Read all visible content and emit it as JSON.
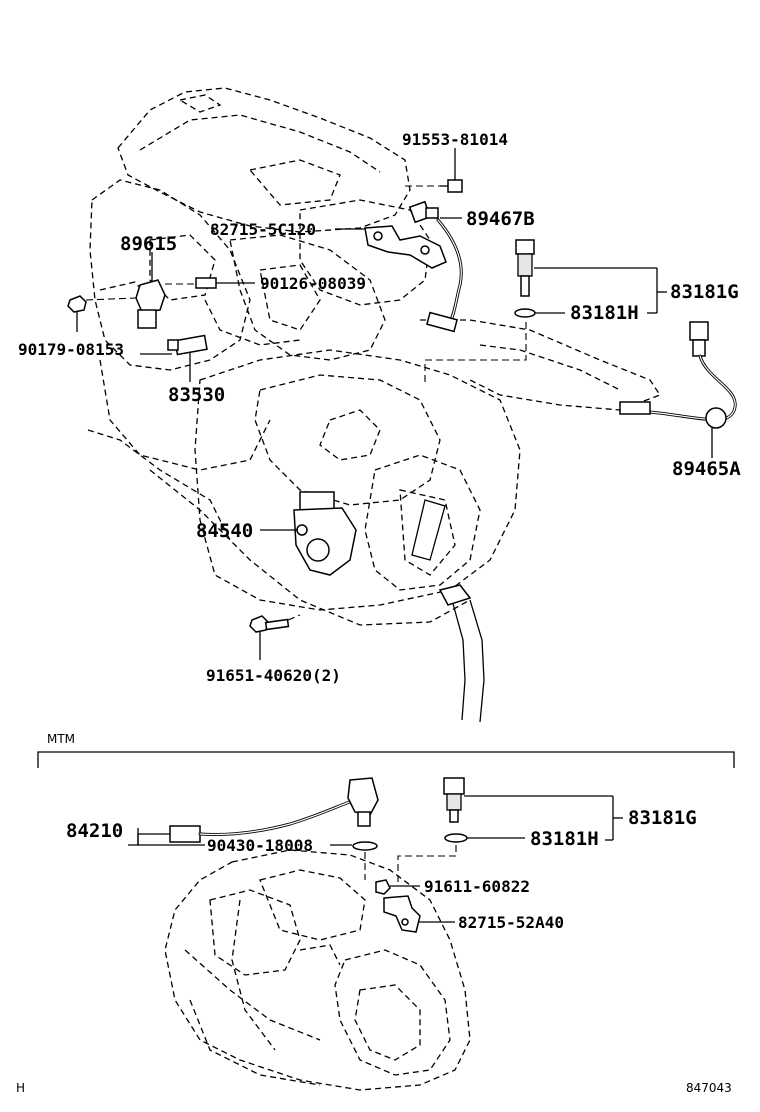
{
  "labels": {
    "p91553": "91553-81014",
    "p89467b": "89467B",
    "p82715a": "82715-5C120",
    "p89615": "89615",
    "p90126": "90126-08039",
    "p83181g_top": "83181G",
    "p83181h_top": "83181H",
    "p90179": "90179-08153",
    "p83530": "83530",
    "p89465a": "89465A",
    "p84540": "84540",
    "p91651": "91651-40620(2)",
    "mtm": "MTM",
    "p84210": "84210",
    "p90430": "90430-18008",
    "p83181g_bot": "83181G",
    "p83181h_bot": "83181H",
    "p91611": "91611-60822",
    "p82715b": "82715-52A40",
    "corner_h": "H",
    "diagram_id": "847043"
  }
}
